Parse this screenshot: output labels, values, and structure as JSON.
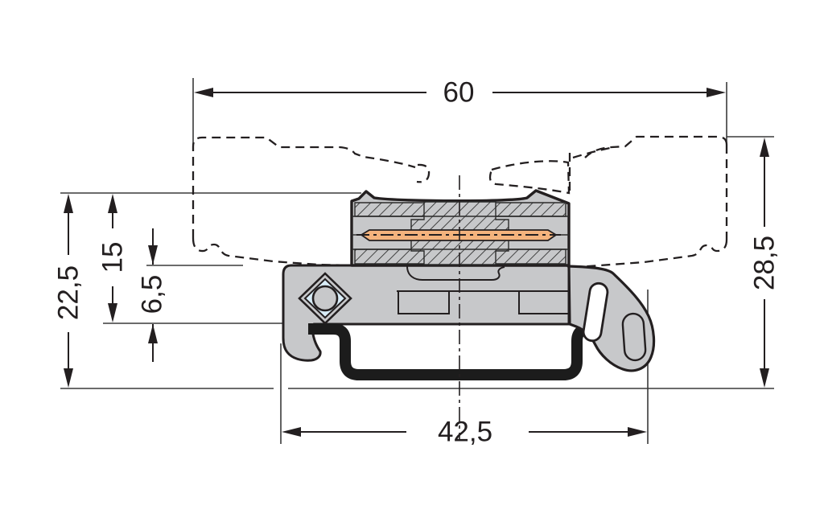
{
  "drawing": {
    "kind": "technical-dimension-drawing",
    "subject": "DIN-rail terminal block, side cross-section with mating plugs (dashed)",
    "decimal_style": "comma",
    "dims": {
      "width_top": "60",
      "height_left_total": "22,5",
      "height_left_mid": "15",
      "height_left_small": "6,5",
      "height_right": "28,5",
      "width_bottom": "42,5"
    },
    "colors": {
      "line": "#231f20",
      "body_gray": "#c7c8ca",
      "contact_orange": "#f4b37d",
      "marker_blue": "#d8ecf7",
      "rail_black": "#1c1c1c",
      "background": "#ffffff"
    }
  }
}
